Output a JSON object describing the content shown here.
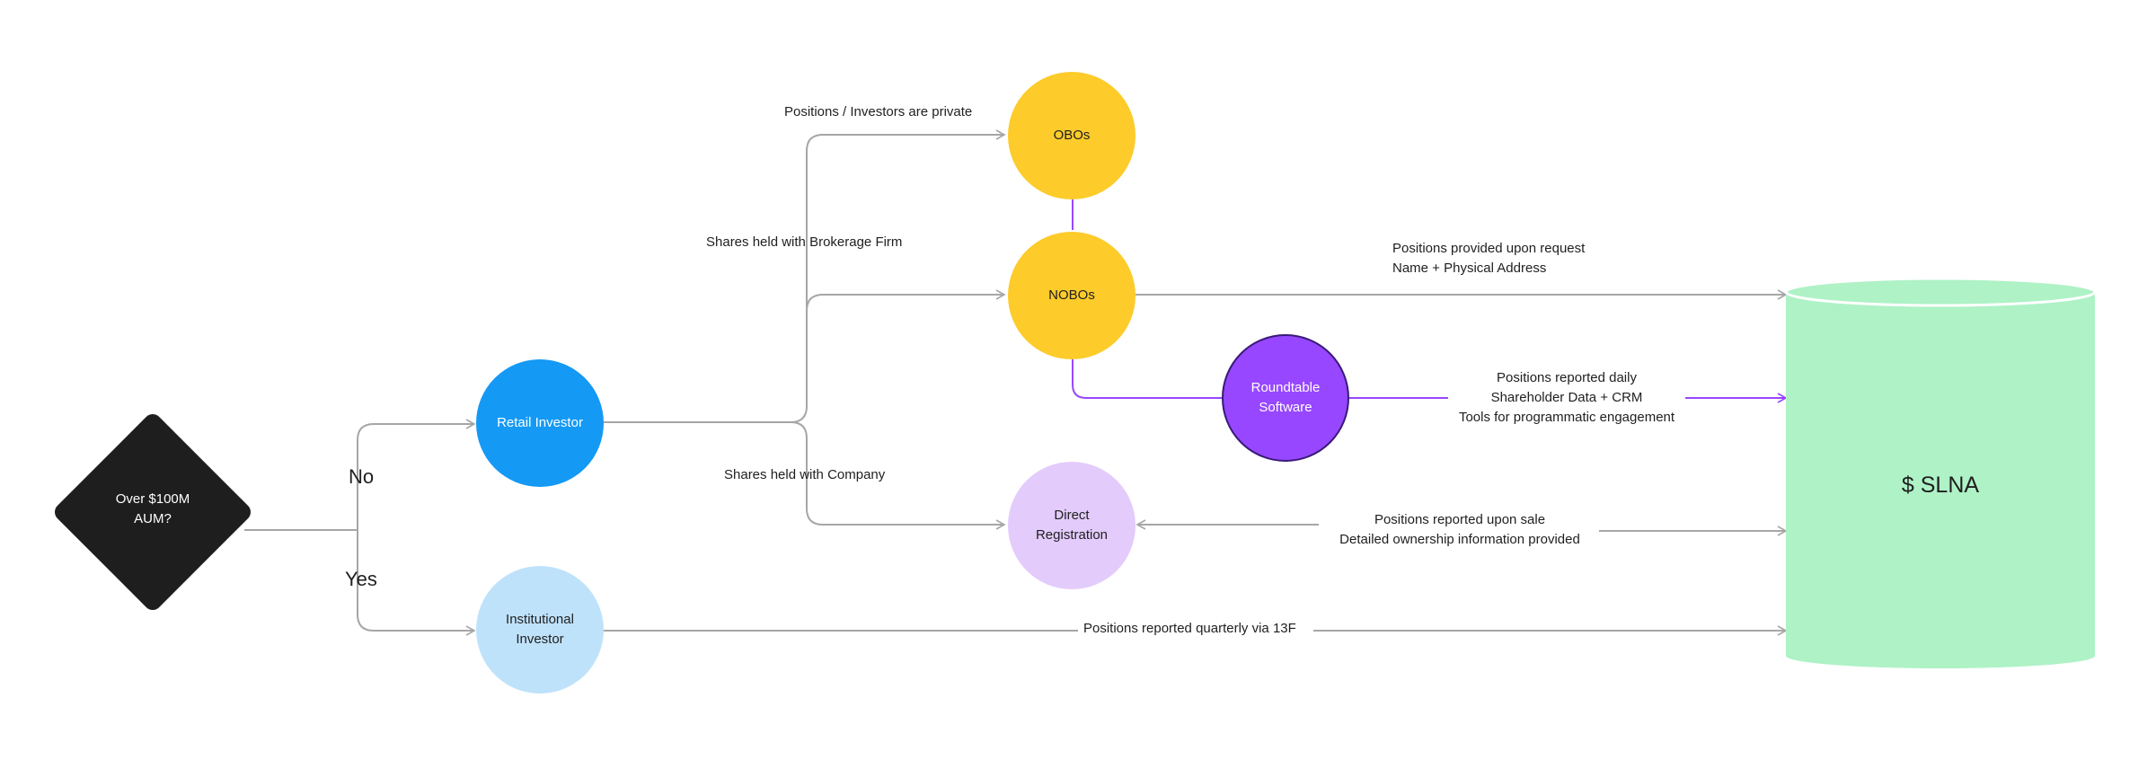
{
  "decision": {
    "label_line1": "Over $100M",
    "label_line2": "AUM?"
  },
  "branches": {
    "no": "No",
    "yes": "Yes"
  },
  "nodes": {
    "retail": "Retail Investor",
    "institutional_line1": "Institutional",
    "institutional_line2": "Investor",
    "obos": "OBOs",
    "nobos": "NOBOs",
    "roundtable_line1": "Roundtable",
    "roundtable_line2": "Software",
    "direct_line1": "Direct",
    "direct_line2": "Registration",
    "target": "$ SLNA"
  },
  "edge_labels": {
    "obos_private": "Positions / Investors are private",
    "brokerage": "Shares held with Brokerage Firm",
    "company": "Shares held with Company",
    "nobos_line1": "Positions provided upon request",
    "nobos_line2": "Name + Physical Address",
    "roundtable_line1": "Positions reported daily",
    "roundtable_line2": "Shareholder Data + CRM",
    "roundtable_line3": "Tools for programmatic engagement",
    "direct_line1": "Positions reported upon sale",
    "direct_line2": "Detailed ownership information provided",
    "institutional": "Positions reported quarterly via 13F"
  },
  "colors": {
    "decision": "#1e1e1e",
    "retail": "#1499f5",
    "institutional": "#bfe2fb",
    "obos": "#fdcb2a",
    "nobos": "#fdcb2a",
    "roundtable": "#9747ff",
    "direct": "#e3cbfb",
    "target": "#aef2c6",
    "connector": "#a6a6a6",
    "accent_connector": "#9747ff"
  }
}
